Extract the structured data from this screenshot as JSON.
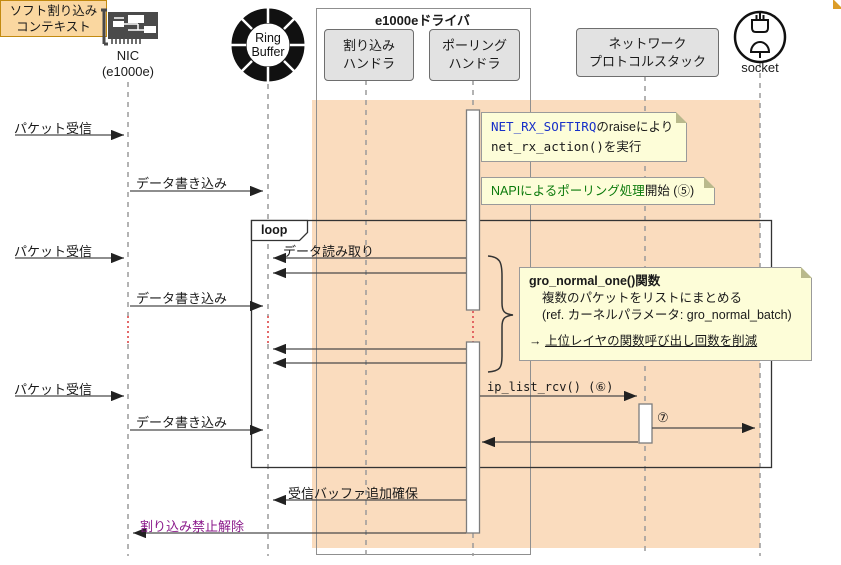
{
  "participants": {
    "nic": {
      "name": "NIC",
      "sub": "(e1000e)"
    },
    "ring_buffer": {
      "line1": "Ring",
      "line2": "Buffer"
    },
    "driver_frame": {
      "title": "e1000eドライバ"
    },
    "interrupt_handler": {
      "line1": "割り込み",
      "line2": "ハンドラ"
    },
    "polling_handler": {
      "line1": "ポーリング",
      "line2": "ハンドラ"
    },
    "protocol_stack": {
      "line1": "ネットワーク",
      "line2": "プロトコルスタック"
    },
    "socket": {
      "name": "socket"
    }
  },
  "fragment": {
    "loop_label": "loop"
  },
  "messages": {
    "packet_rx": "パケット受信",
    "data_write": "データ書き込み",
    "data_read": "データ読み取り",
    "ip_list_rcv": "ip_list_rcv() (⑥)",
    "step7": "⑦",
    "rx_buffer_alloc": "受信バッファ追加確保",
    "irq_unmask": "割り込み禁止解除"
  },
  "notes": {
    "softirq_context": {
      "line1": "ソフト割り込み",
      "line2": "コンテキスト"
    },
    "net_rx": {
      "code1": "NET_RX_SOFTIRQ",
      "text1": "のraiseにより",
      "code2": "net_rx_action()",
      "text2": "を実行"
    },
    "napi": {
      "highlight": "NAPIによるポーリング処理",
      "rest": "開始 (⑤)"
    },
    "gro": {
      "title": "gro_normal_one()関数",
      "line1": "複数のパケットをリストにまとめる",
      "line2": "(ref. カーネルパラメータ: gro_normal_batch)",
      "arrow": "→ ",
      "conclusion": "上位レイヤの関数呼び出し回数を削減"
    }
  },
  "colors": {
    "softirq_region_bg": "#fadcbe",
    "note_yellow_bg": "#fdfdd8",
    "note_orange_bg": "#fad7a0",
    "note_orange_border": "#c28a10",
    "participant_box_bg": "#e2e2e2",
    "code_blue": "#1830c8",
    "highlight_green": "#0b7a0b",
    "irq_unmask_purple": "#8b1a8b",
    "omitted_lifeline_red": "#e05a5a"
  }
}
